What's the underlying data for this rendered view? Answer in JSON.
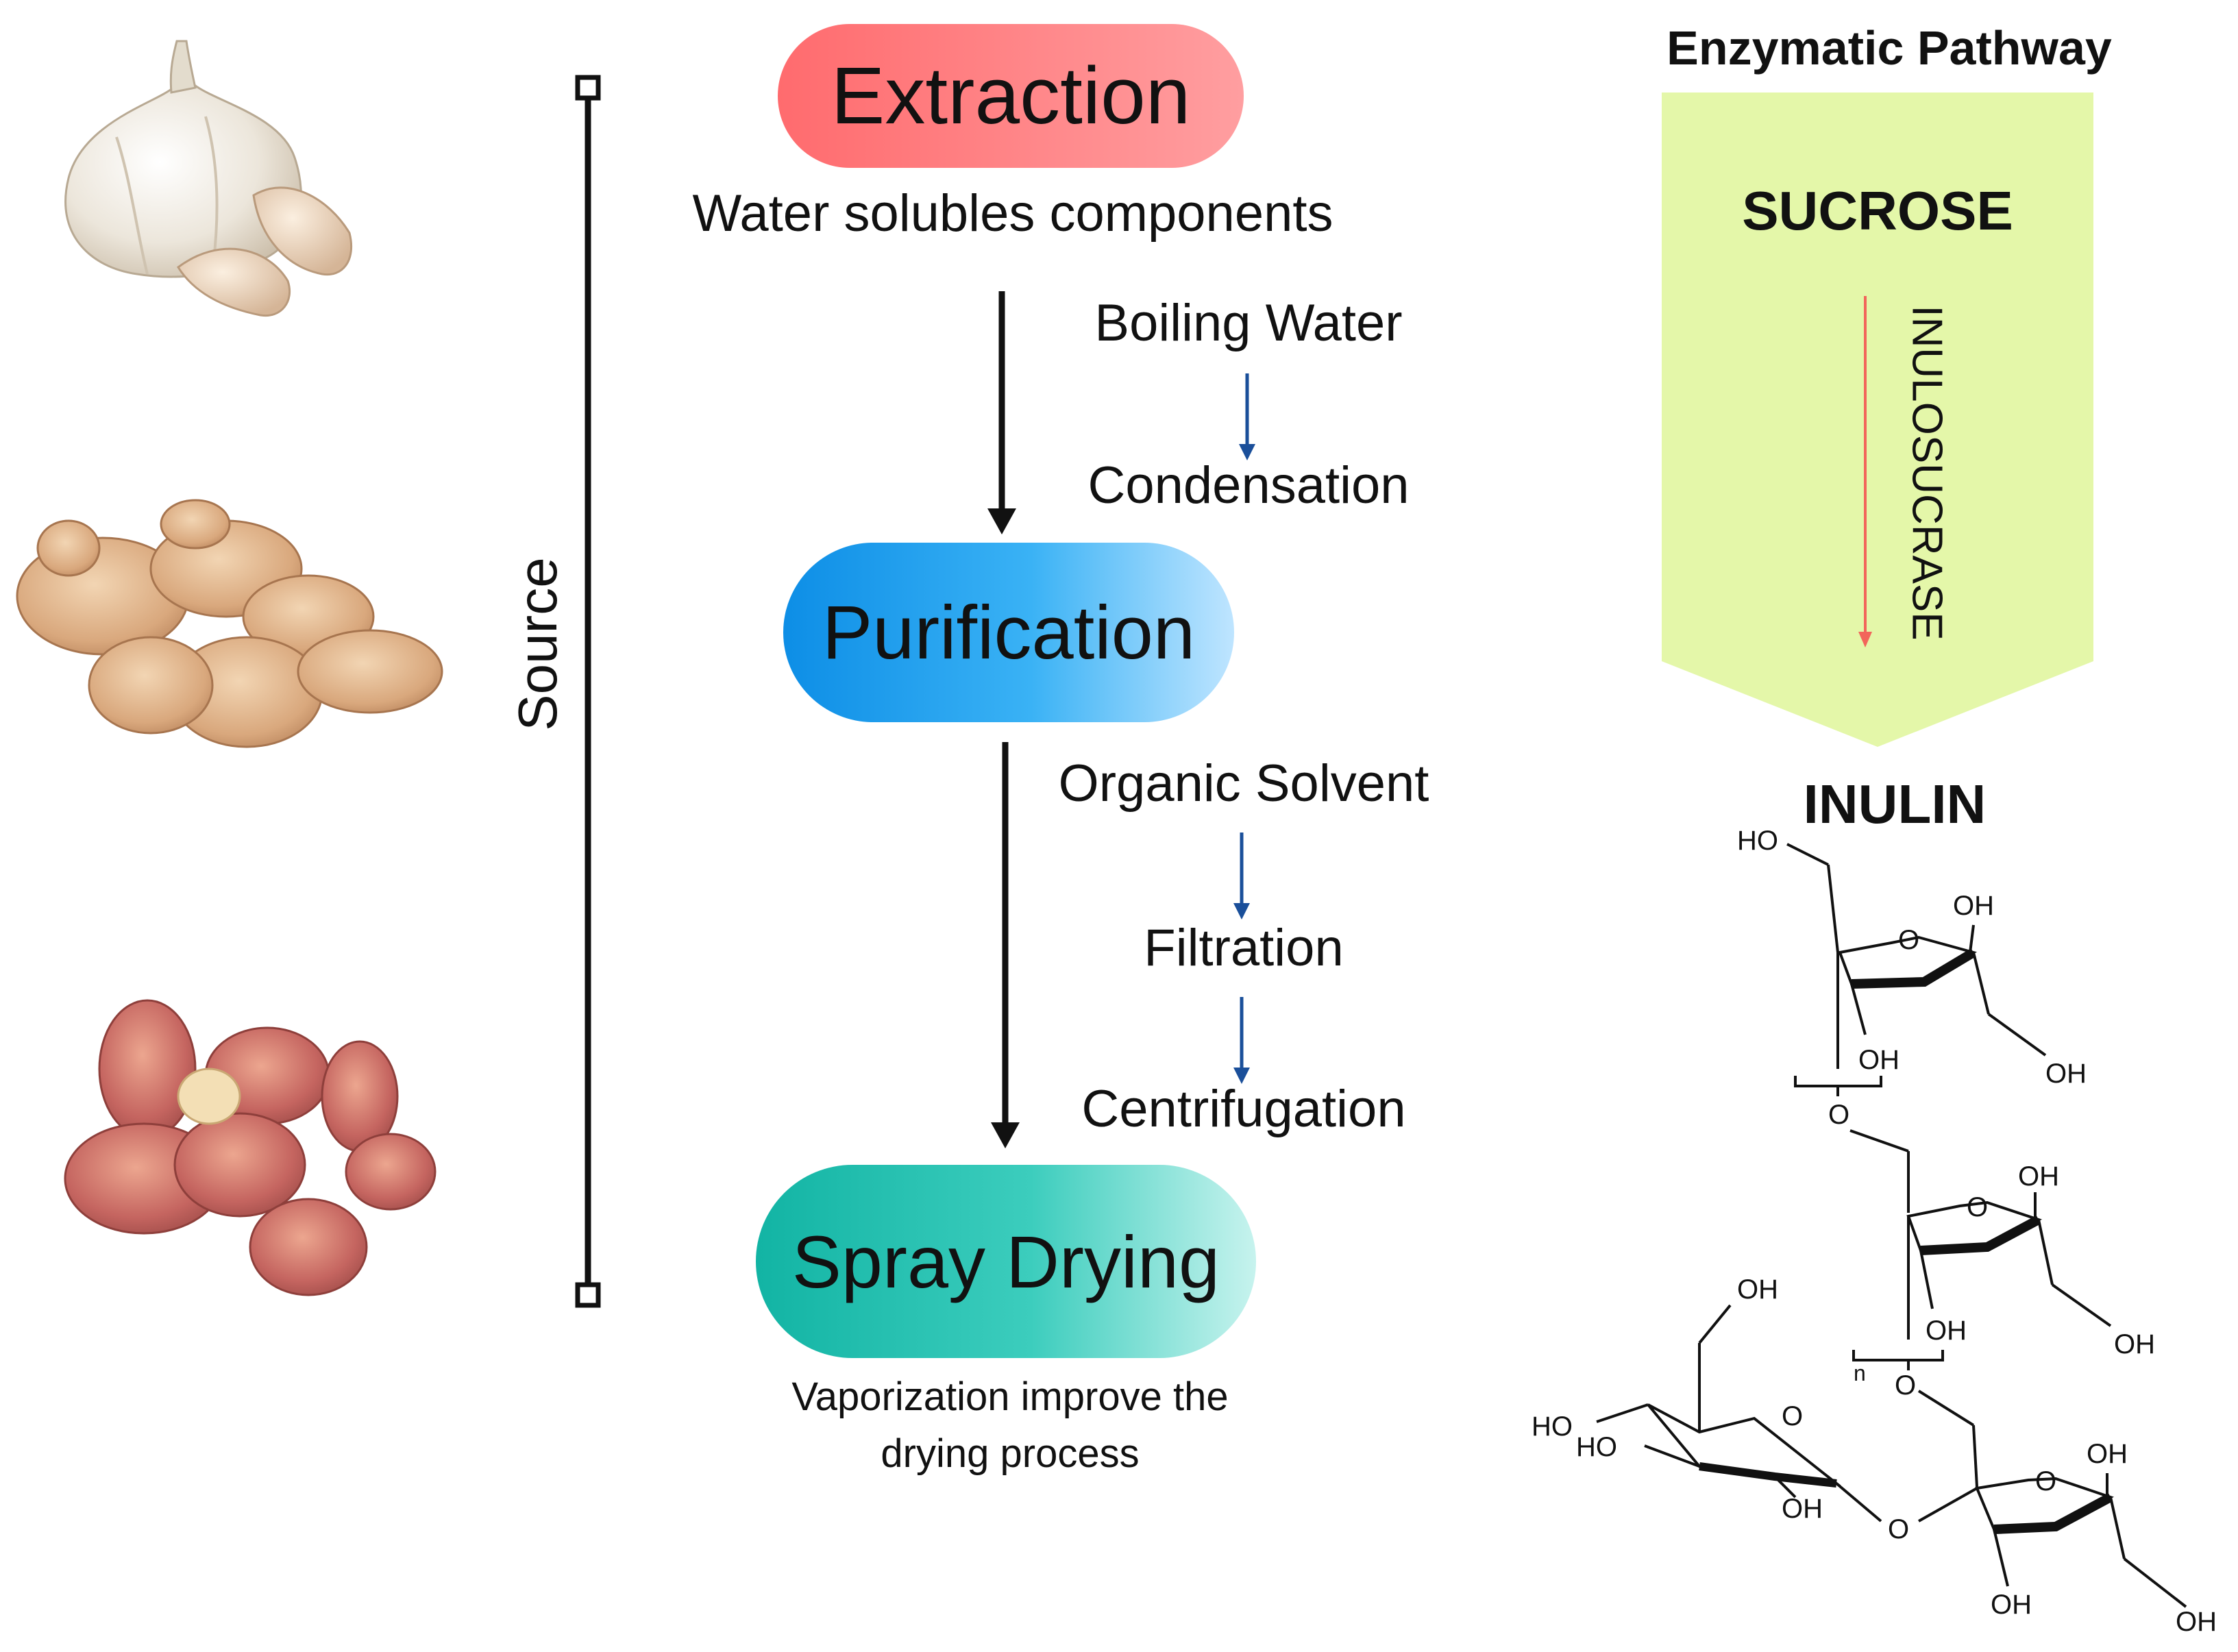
{
  "source_label": "Source",
  "steps": {
    "extraction": "Extraction",
    "extraction_sub": "Water solubles components",
    "purification": "Purification",
    "spray": "Spray Drying",
    "spray_sub_line1": "Vaporization improve the",
    "spray_sub_line2": "drying process"
  },
  "sub_steps_1": [
    "Boiling Water",
    "Condensation"
  ],
  "sub_steps_2": [
    "Organic Solvent",
    "Filtration",
    "Centrifugation"
  ],
  "enzymatic": {
    "title": "Enzymatic Pathway",
    "substrate": "SUCROSE",
    "enzyme": "INULOSUCRASE",
    "product": "INULIN"
  },
  "structure_labels": {
    "ho": "HO",
    "oh": "OH",
    "o": "O",
    "n": "n"
  },
  "colors": {
    "extraction": "#ff7f82",
    "purification": "#1a9bef",
    "spray": "#1fbfae",
    "pathway_box": "#e4f7a9",
    "enzyme_arrow": "#f2665b",
    "sub_arrow": "#1a4f9a"
  },
  "icons": [
    "garlic-image",
    "ginger-image",
    "jerusalem-artichoke-image"
  ]
}
